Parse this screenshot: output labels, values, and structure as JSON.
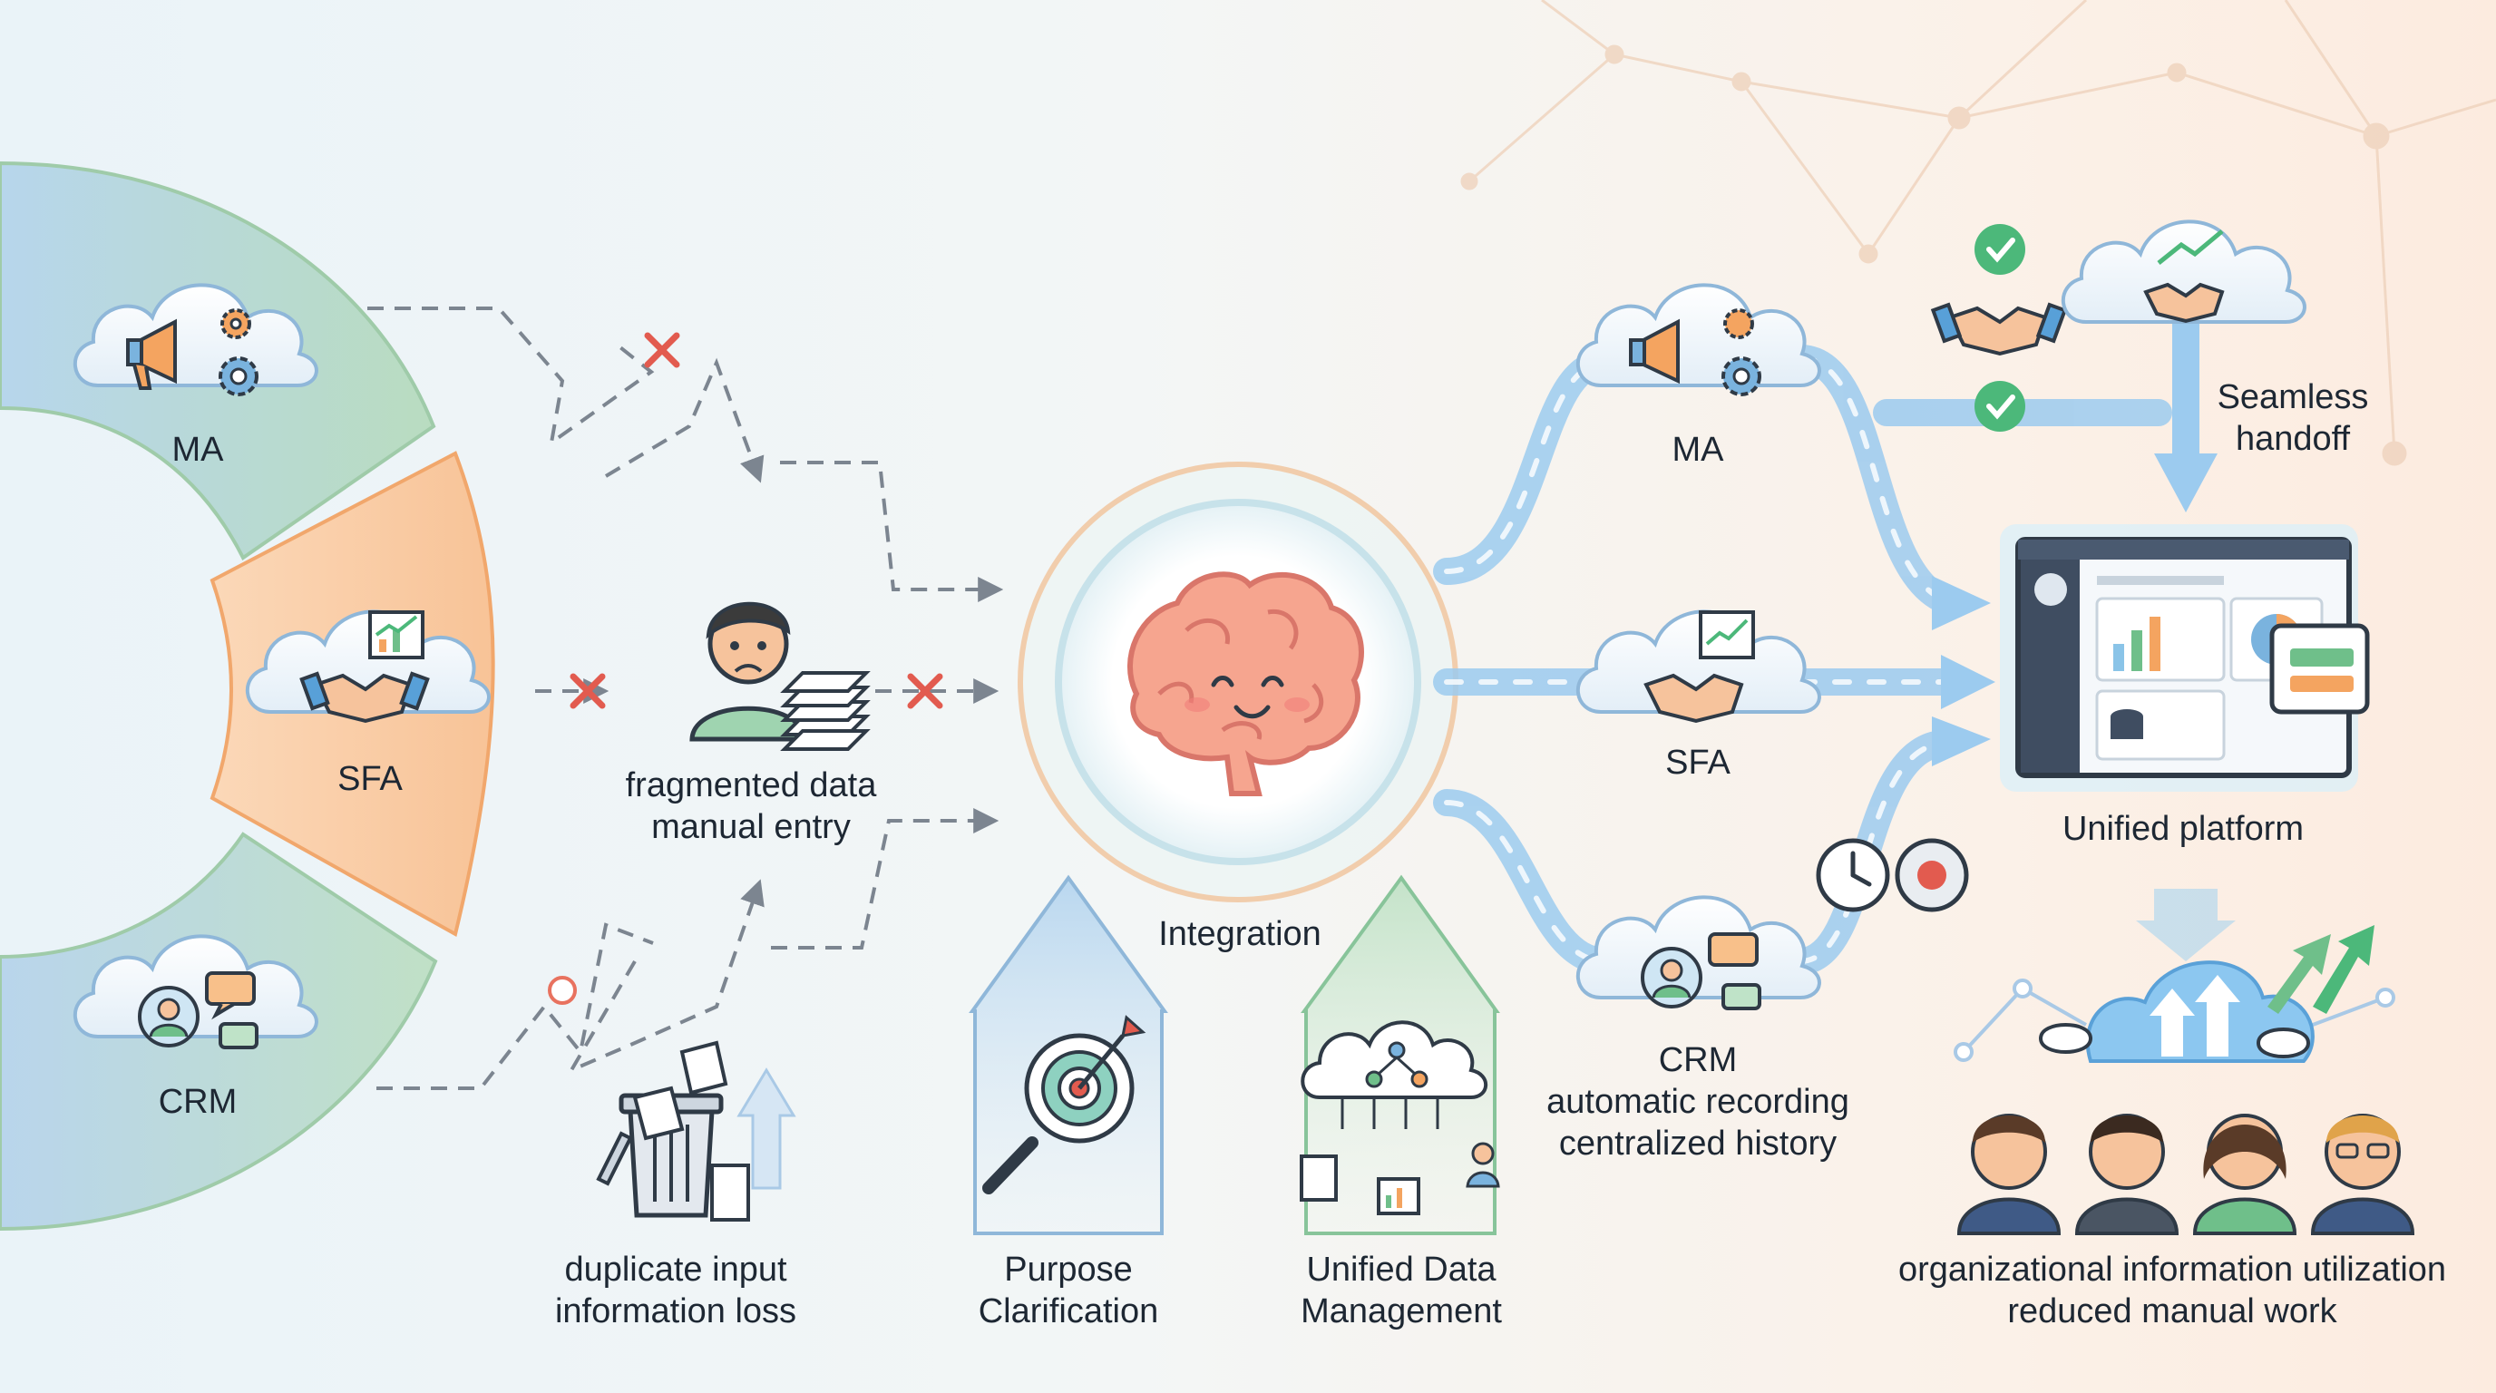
{
  "left_systems": {
    "ma": "MA",
    "sfa": "SFA",
    "crm": "CRM"
  },
  "problems": {
    "center_line1": "fragmented data",
    "center_line2": "manual entry",
    "bottom_line1": "duplicate input",
    "bottom_line2": "information loss"
  },
  "hub": {
    "label": "Integration"
  },
  "pillars": {
    "purpose_line1": "Purpose",
    "purpose_line2": "Clarification",
    "unified_line1": "Unified Data",
    "unified_line2": "Management"
  },
  "right_systems": {
    "ma": "MA",
    "sfa": "SFA",
    "crm_title": "CRM",
    "crm_line2": "automatic recording",
    "crm_line3": "centralized history"
  },
  "handoff": {
    "line1": "Seamless",
    "line2": "handoff"
  },
  "platform": {
    "label": "Unified platform"
  },
  "outcome": {
    "line1": "organizational information utilization",
    "line2": "reduced manual work"
  },
  "colors": {
    "ma_segment": "#b9dcc4",
    "sfa_segment": "#f9c9a0",
    "crm_segment": "#bfe0c8",
    "flow_blue": "#9ccbef",
    "error_red": "#e25b4f",
    "check_green": "#4cb87a",
    "arrow_green": "#6fbf8a"
  },
  "icons": [
    "megaphone-icon",
    "gear-icon",
    "handshake-icon",
    "chart-icon",
    "person-icon",
    "chat-icon",
    "brain-icon",
    "target-icon",
    "magnifier-icon",
    "trash-icon",
    "document-icon",
    "clock-icon",
    "record-icon",
    "check-icon",
    "dashboard-icon",
    "team-icon",
    "cloud-icon",
    "error-x-icon"
  ]
}
